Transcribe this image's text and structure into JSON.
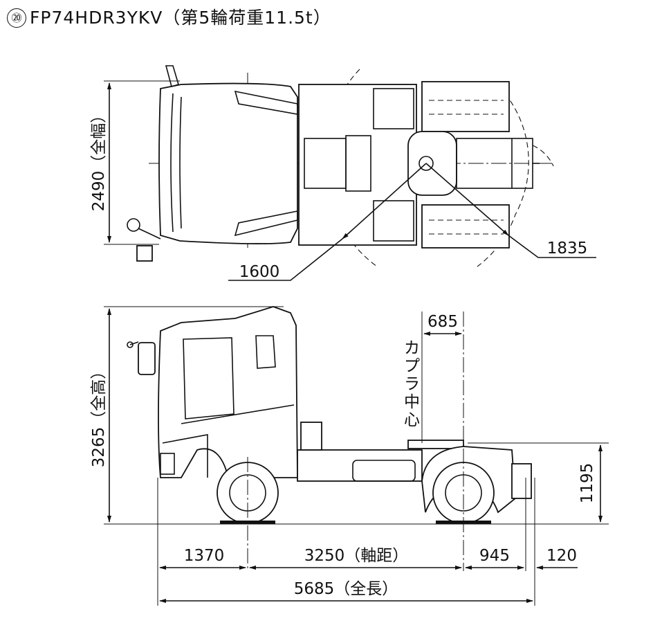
{
  "title": {
    "badge": "⑳",
    "text": "FP74HDR3YKV（第5輪荷重11.5t）"
  },
  "top_view": {
    "width_label": "2490（全幅）",
    "turning_radius_front": "1600",
    "turning_radius_rear": "1835"
  },
  "side_view": {
    "height_label": "3265（全高）",
    "coupler_offset": "685",
    "coupler_center_label": "カプラ中心",
    "coupler_height": "1195"
  },
  "dimensions": {
    "front_overhang": "1370",
    "wheelbase": "3250（軸距）",
    "rear_to_coupler": "945",
    "rear_extra": "120",
    "overall_length": "5685（全長）"
  }
}
